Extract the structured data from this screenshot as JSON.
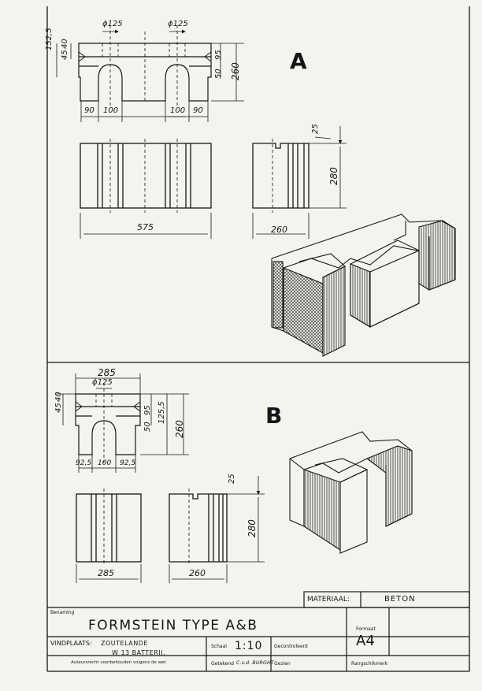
{
  "section_a": {
    "letter": "A",
    "dims": {
      "d_bore_left": "ϕ125",
      "d_bore_right": "ϕ125",
      "d_152": "152,5",
      "d_45": "45",
      "d_40": "40",
      "d_50": "50",
      "d_95": "95",
      "d_260_right": "260",
      "d_90_left": "90",
      "d_100_left": "100",
      "d_100_right": "100",
      "d_90_right": "90",
      "d_25": "25",
      "d_280": "280",
      "d_575": "575",
      "d_260_bottom": "260"
    }
  },
  "section_b": {
    "letter": "B",
    "dims": {
      "d_285_top": "285",
      "d_bore": "ϕ125",
      "d_45": "45",
      "d_40": "40",
      "d_50": "50",
      "d_95": "95",
      "d_125": "125,5",
      "d_260_right": "260",
      "d_925_left": "92,5",
      "d_100": "100",
      "d_925_right": "92,5",
      "d_25": "25",
      "d_280": "280",
      "d_285_bottom": "285",
      "d_260_bottom": "260"
    }
  },
  "title_block": {
    "materiaal_label": "MATERIAAL:",
    "materiaal_value": "BETON",
    "benaming_label": "Benaming",
    "title": "FORMSTEIN TYPE A&B",
    "formaat_label": "Formaat",
    "formaat_value": "A4",
    "vindplaats_label": "VINDPLAATS:",
    "vindplaats_line1": "ZOUTELANDE",
    "vindplaats_line2": "W 13 BATTERIJ.",
    "copyright": "Auteursrecht voorbehouden volgens de wet",
    "schaal_label": "Schaal",
    "schaal_value": "1:10",
    "gecontroleerd_label": "Gecontroleerd",
    "getekend_label": "Getekend",
    "getekend_value": "C.v.d. BURGHT",
    "gezien_label": "Gezien",
    "rangschikmerk_label": "Rangschikmerk"
  }
}
